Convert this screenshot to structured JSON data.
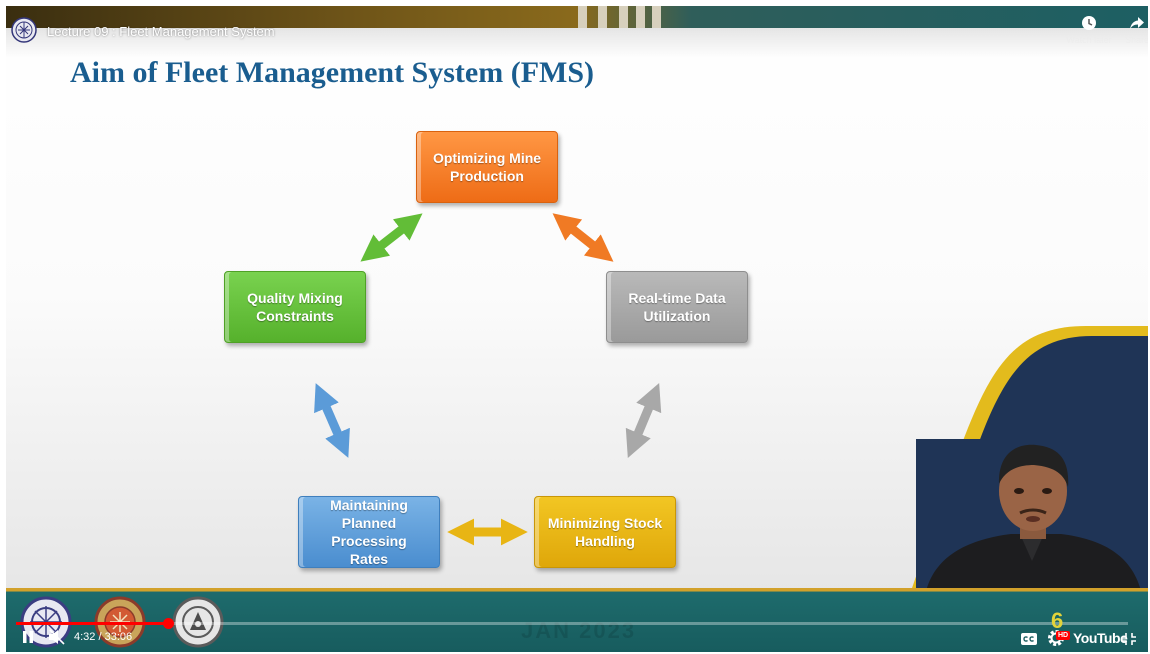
{
  "video": {
    "title": "Lecture 09 : Fleet Management System",
    "watch_later_label": "Watch later",
    "share_label": "Share",
    "time_display": "4:32 / 33:06",
    "progress_fraction": 0.137,
    "page_number": "6",
    "hd_badge": "HD",
    "brand": "YouTube"
  },
  "slide": {
    "title": "Aim of Fleet Management System (FMS)",
    "band_text": "JAN 2023",
    "nodes": {
      "mine": "Optimizing Mine Production",
      "data": "Real-time Data Utilization",
      "quality": "Quality Mixing Constraints",
      "rates": "Maintaining Planned Processing Rates",
      "stock": "Minimizing Stock Handling"
    }
  },
  "colors": {
    "accent_title": "#1a5d8f",
    "orange": "#f07a24",
    "gray": "#a8a8a8",
    "green": "#62bd37",
    "blue": "#5b9bd8",
    "yellow": "#e8b514",
    "band_teal": "#1e6b6c",
    "band_gold": "#d2a12b",
    "progress_red": "#ff0000"
  },
  "icons": {
    "watch_later": "clock-icon",
    "share": "share-arrow-icon",
    "play_pause": "pause-icon",
    "mute": "muted-speaker-icon",
    "captions": "cc-icon",
    "settings": "gear-icon",
    "fullscreen": "exit-fullscreen-icon"
  }
}
